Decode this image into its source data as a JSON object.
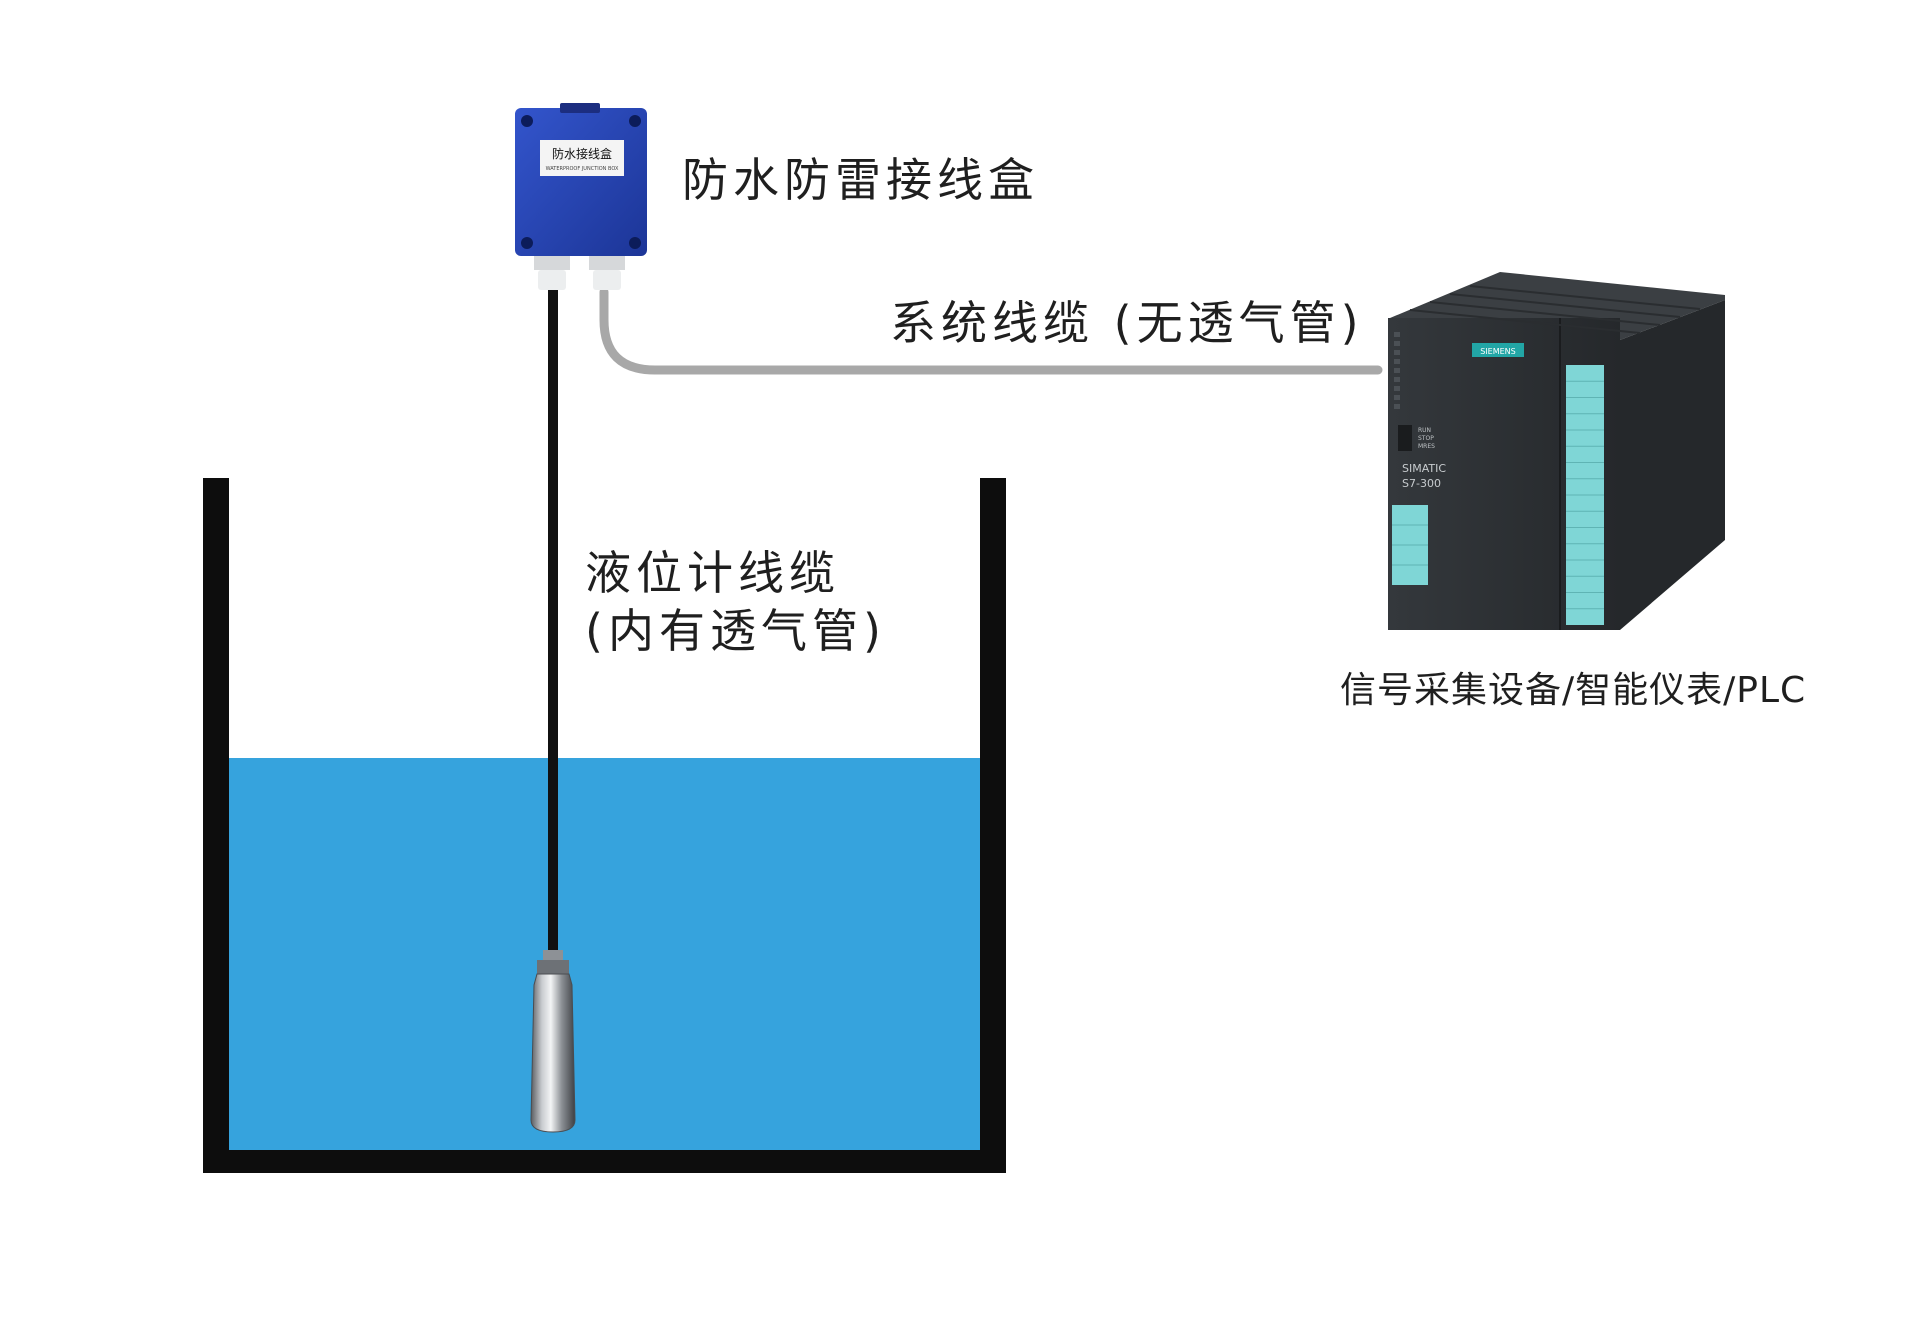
{
  "diagram": {
    "labels": {
      "junction_box": "防水防雷接线盒",
      "system_cable": "系统线缆 (无透气管)",
      "sensor_cable_line1": "液位计线缆",
      "sensor_cable_line2": "(内有透气管)",
      "plc": "信号采集设备/智能仪表/PLC"
    },
    "junction_box": {
      "sticker_title": "防水接线盒",
      "sticker_subtitle": "WATERPROOF JUNCTION BOX"
    },
    "plc_device": {
      "brand": "SIEMENS",
      "model_line1": "SIMATIC",
      "model_line2": "S7-300",
      "status_labels": [
        "RUN",
        "STOP",
        "MRES"
      ]
    },
    "colors": {
      "water": "#36a3dd",
      "tank": "#0d0d0d",
      "junction_box_body": "#2645b5",
      "system_cable": "#a8a8a8",
      "sensor_cable": "#111111",
      "plc_body": "#2d3033",
      "plc_module": "#7fd6d6"
    }
  }
}
